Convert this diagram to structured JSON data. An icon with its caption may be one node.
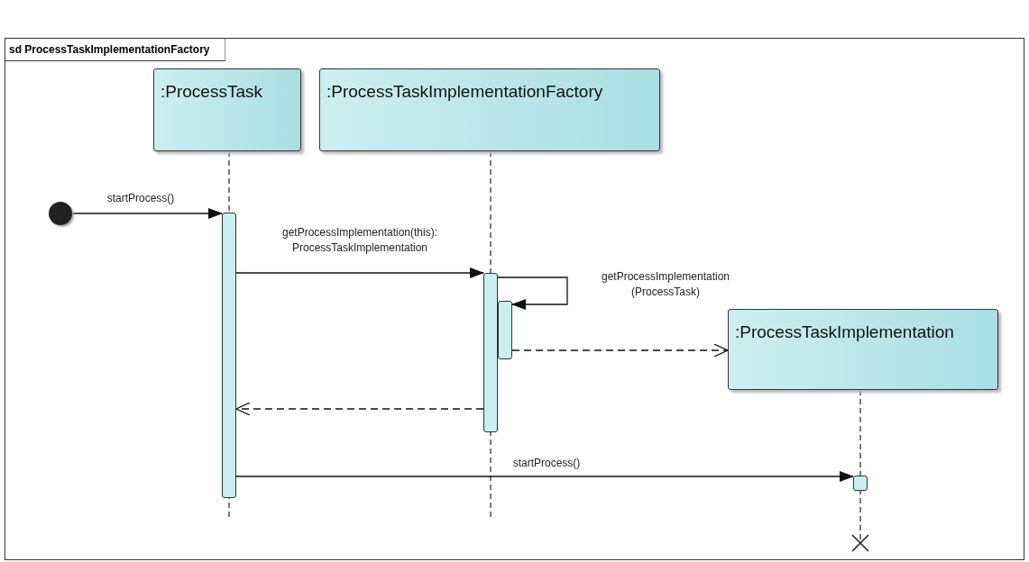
{
  "diagram": {
    "nodes": [
      {
        "text": [
          "sd ProcessTaskImplementationFactory"
        ]
      },
      {
        "text": [
          ":ProcessTask"
        ],
        "in": 0
      },
      {
        "text": [
          ":ProcessTaskImplementationFactory"
        ],
        "in": 0
      },
      {
        "text": [],
        "shape": "circle",
        "in": 0
      },
      {
        "text": [],
        "shape": "bar",
        "in": 0
      },
      {
        "text": [],
        "shape": "bar",
        "in": 0
      },
      {
        "text": [],
        "shape": "bar",
        "in": 0
      },
      {
        "text": [
          ":ProcessTaskImplementation"
        ],
        "in": 0
      },
      {
        "text": [],
        "shape": "bar",
        "in": 0
      }
    ],
    "edges": [
      {
        "from": 3,
        "to": 4,
        "arrow": "to",
        "label": "startProcess()"
      },
      {
        "from": 4,
        "to": 5,
        "arrow": "to",
        "label": "getProcessImplementation(this): ProcessTaskImplementation"
      },
      {
        "from": 5,
        "to": 6,
        "arrow": "to",
        "label": "getProcessImplementation (ProcessTask)"
      },
      {
        "from": 6,
        "to": 7,
        "arrow": "to",
        "style": "dashed"
      },
      {
        "from": 5,
        "to": 4,
        "arrow": "to",
        "style": "dashed"
      },
      {
        "from": 4,
        "to": 8,
        "arrow": "to",
        "label": "startProcess()"
      }
    ]
  }
}
